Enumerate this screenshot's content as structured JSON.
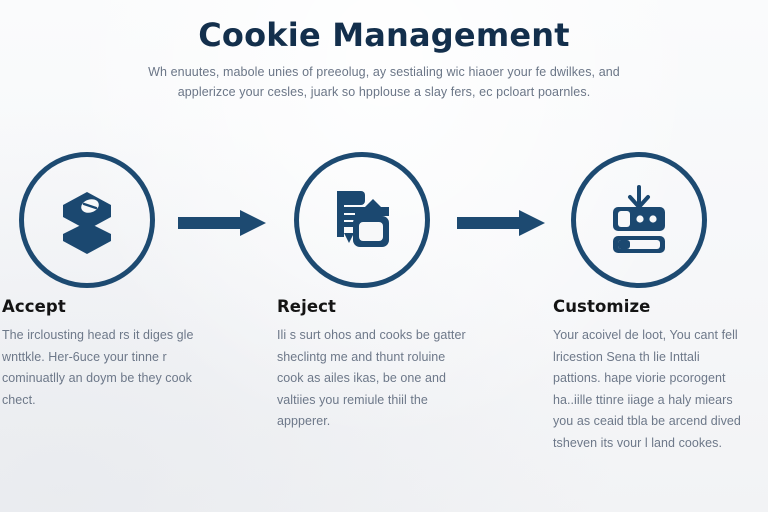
{
  "header": {
    "title": "Cookie Management",
    "subtitle": "Wh enuutes, mabole unies of preeolug, ay sestialing wic hiaoer your fe dwilkes, and applerizce your cesles, juark so hpplouse a slay fers, ec pcloart poarnles."
  },
  "colors": {
    "background": "#f7f8f9",
    "title": "#132f4c",
    "accent": "#1d4a71",
    "icon": "#1b4870",
    "body_text": "#6d7889",
    "heading_text": "#141414"
  },
  "flow": {
    "steps": [
      {
        "id": "accept",
        "icon": "layers-stack-icon",
        "title": "Accept",
        "body": "The irclousting head rs it diges gle wnttkle. Her-6uce your tinne r cominuatlly an doym be they cook chect."
      },
      {
        "id": "reject",
        "icon": "documents-card-icon",
        "title": "Reject",
        "body": "Ili s surt ohos and cooks be gatter sheclintg me and thunt roluine cook as ailes ikas, be one and valtiies you remiule thiil the appperer."
      },
      {
        "id": "customize",
        "icon": "server-settings-download-icon",
        "title": "Customize",
        "body": "Your acoivel de loot,  You cant fell lricestion Sena th lie Inttali pattions. hape viorie pcorogent ha..iille ttinre iiage a haly miears you as ceaid tbla be arcend dived tsheven its vour l land cookes."
      }
    ],
    "connectors": [
      {
        "id": "arrow-1",
        "icon": "arrow-right-icon"
      },
      {
        "id": "arrow-2",
        "icon": "arrow-right-icon"
      }
    ]
  }
}
